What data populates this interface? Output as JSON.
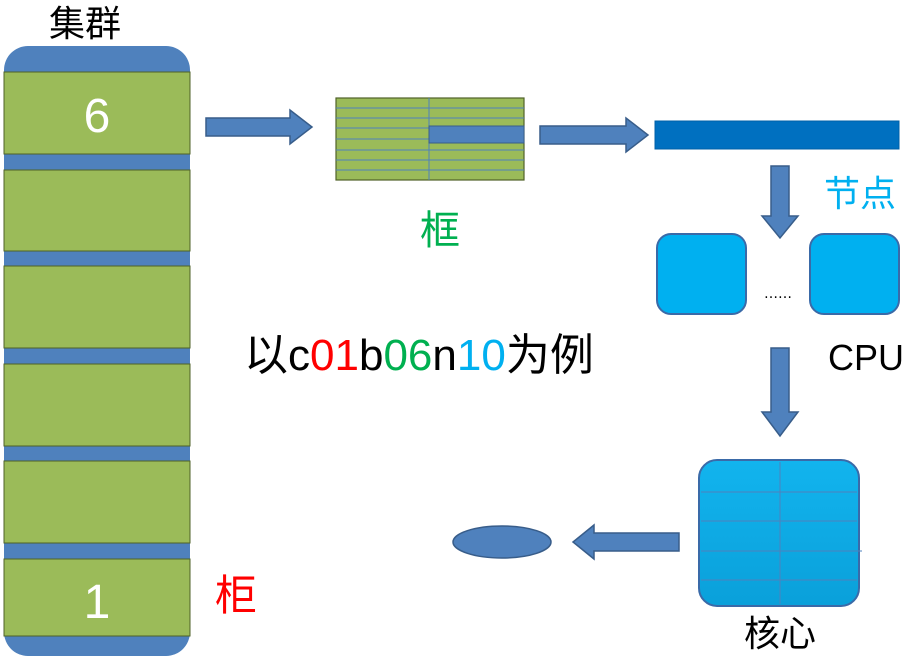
{
  "labels": {
    "cluster": "集群",
    "rack_top_number": "6",
    "rack_bottom_number": "1",
    "rack_bottom_label": "柜",
    "rack_label": "框",
    "node_label": "节点",
    "cpu_label": "CPU",
    "core_label": "核心",
    "ellipsis": "……"
  },
  "example": {
    "prefix": "以",
    "c": "c",
    "c_num": "01",
    "b": "b",
    "b_num": "06",
    "n": "n",
    "n_num": "10",
    "suffix": "为例"
  },
  "colors": {
    "rack_green": "#9bbb59",
    "blue_band": "#4f81bd",
    "node_blue": "#0070c0",
    "cpu_cyan": "#00b0f0",
    "label_red": "#ff0000",
    "label_green": "#00b050",
    "label_cyan": "#00b0f0"
  }
}
